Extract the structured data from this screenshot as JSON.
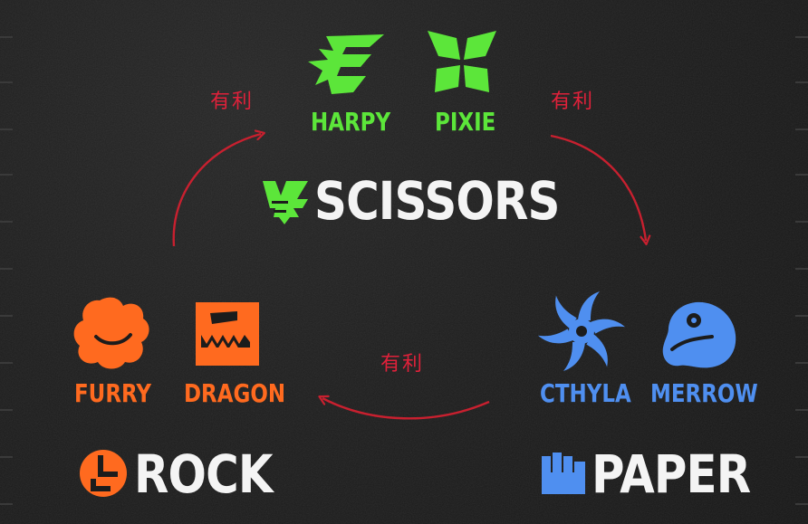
{
  "colors": {
    "scissors": "#5ce63a",
    "rock": "#ff6a1f",
    "paper": "#4f8ff0",
    "advantage_arrow": "#c8202f",
    "title_text": "#f4f4f4"
  },
  "groups": {
    "scissors": {
      "title": "SCISSORS",
      "members": [
        "HARPY",
        "PIXIE"
      ],
      "icons": [
        "scissors-class-icon",
        "harpy-wing-icon",
        "pixie-butterfly-icon"
      ]
    },
    "rock": {
      "title": "ROCK",
      "members": [
        "FURRY",
        "DRAGON"
      ],
      "icons": [
        "rock-class-icon",
        "furry-cloud-icon",
        "dragon-jaw-icon"
      ]
    },
    "paper": {
      "title": "PAPER",
      "members": [
        "CTHYLA",
        "MERROW"
      ],
      "icons": [
        "paper-class-icon",
        "cthyla-swirl-icon",
        "merrow-blob-icon"
      ]
    }
  },
  "advantage_labels": [
    "有利",
    "有利",
    "有利"
  ]
}
